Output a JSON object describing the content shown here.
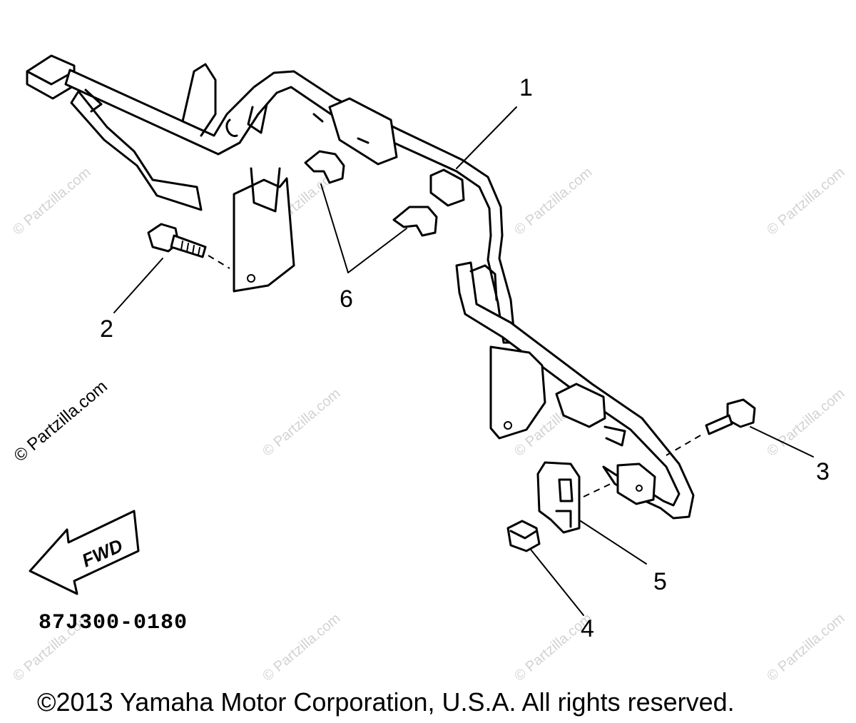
{
  "diagram": {
    "callouts": {
      "c1": "1",
      "c2": "2",
      "c3": "3",
      "c4": "4",
      "c5": "5",
      "c6": "6"
    },
    "diagram_code": "87J300-0180",
    "fwd_label": "FWD",
    "watermark": "© Partzilla.com",
    "copyright": "©2013 Yamaha Motor Corporation, U.S.A. All rights reserved."
  },
  "colors": {
    "ink": "#000000",
    "background": "#ffffff",
    "watermark": "#d2d2d2"
  }
}
